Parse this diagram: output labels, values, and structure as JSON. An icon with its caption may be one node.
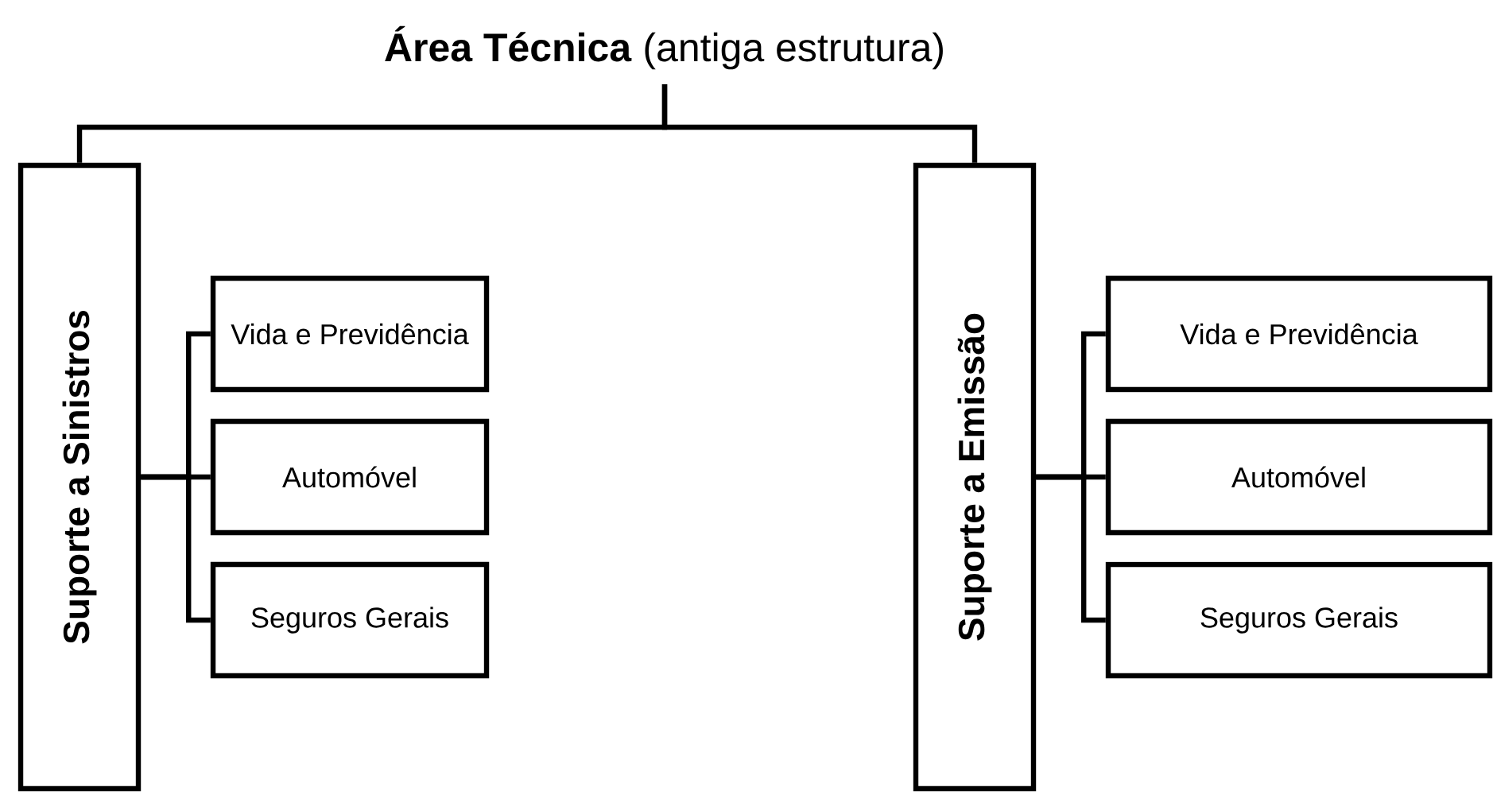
{
  "diagram": {
    "nodes": [
      {
        "text": [
          "**Área Técnica** (antiga estrutura)"
        ]
      },
      {
        "text": [
          "Suporte a Sinistros"
        ]
      },
      {
        "text": [
          "Vida e Previdência"
        ]
      },
      {
        "text": [
          "Automóvel"
        ]
      },
      {
        "text": [
          "Seguros Gerais"
        ]
      },
      {
        "text": [
          "Suporte a Emissão"
        ]
      },
      {
        "text": [
          "Vida e Previdência"
        ]
      },
      {
        "text": [
          "Automóvel"
        ]
      },
      {
        "text": [
          "Seguros Gerais"
        ]
      }
    ],
    "edges": [
      {
        "from": 0,
        "to": 1,
        "arrow": "none"
      },
      {
        "from": 0,
        "to": 5,
        "arrow": "none"
      },
      {
        "from": 1,
        "to": 2,
        "arrow": "none"
      },
      {
        "from": 1,
        "to": 3,
        "arrow": "none"
      },
      {
        "from": 1,
        "to": 4,
        "arrow": "none"
      },
      {
        "from": 5,
        "to": 6,
        "arrow": "none"
      },
      {
        "from": 5,
        "to": 7,
        "arrow": "none"
      },
      {
        "from": 5,
        "to": 8,
        "arrow": "none"
      }
    ]
  }
}
